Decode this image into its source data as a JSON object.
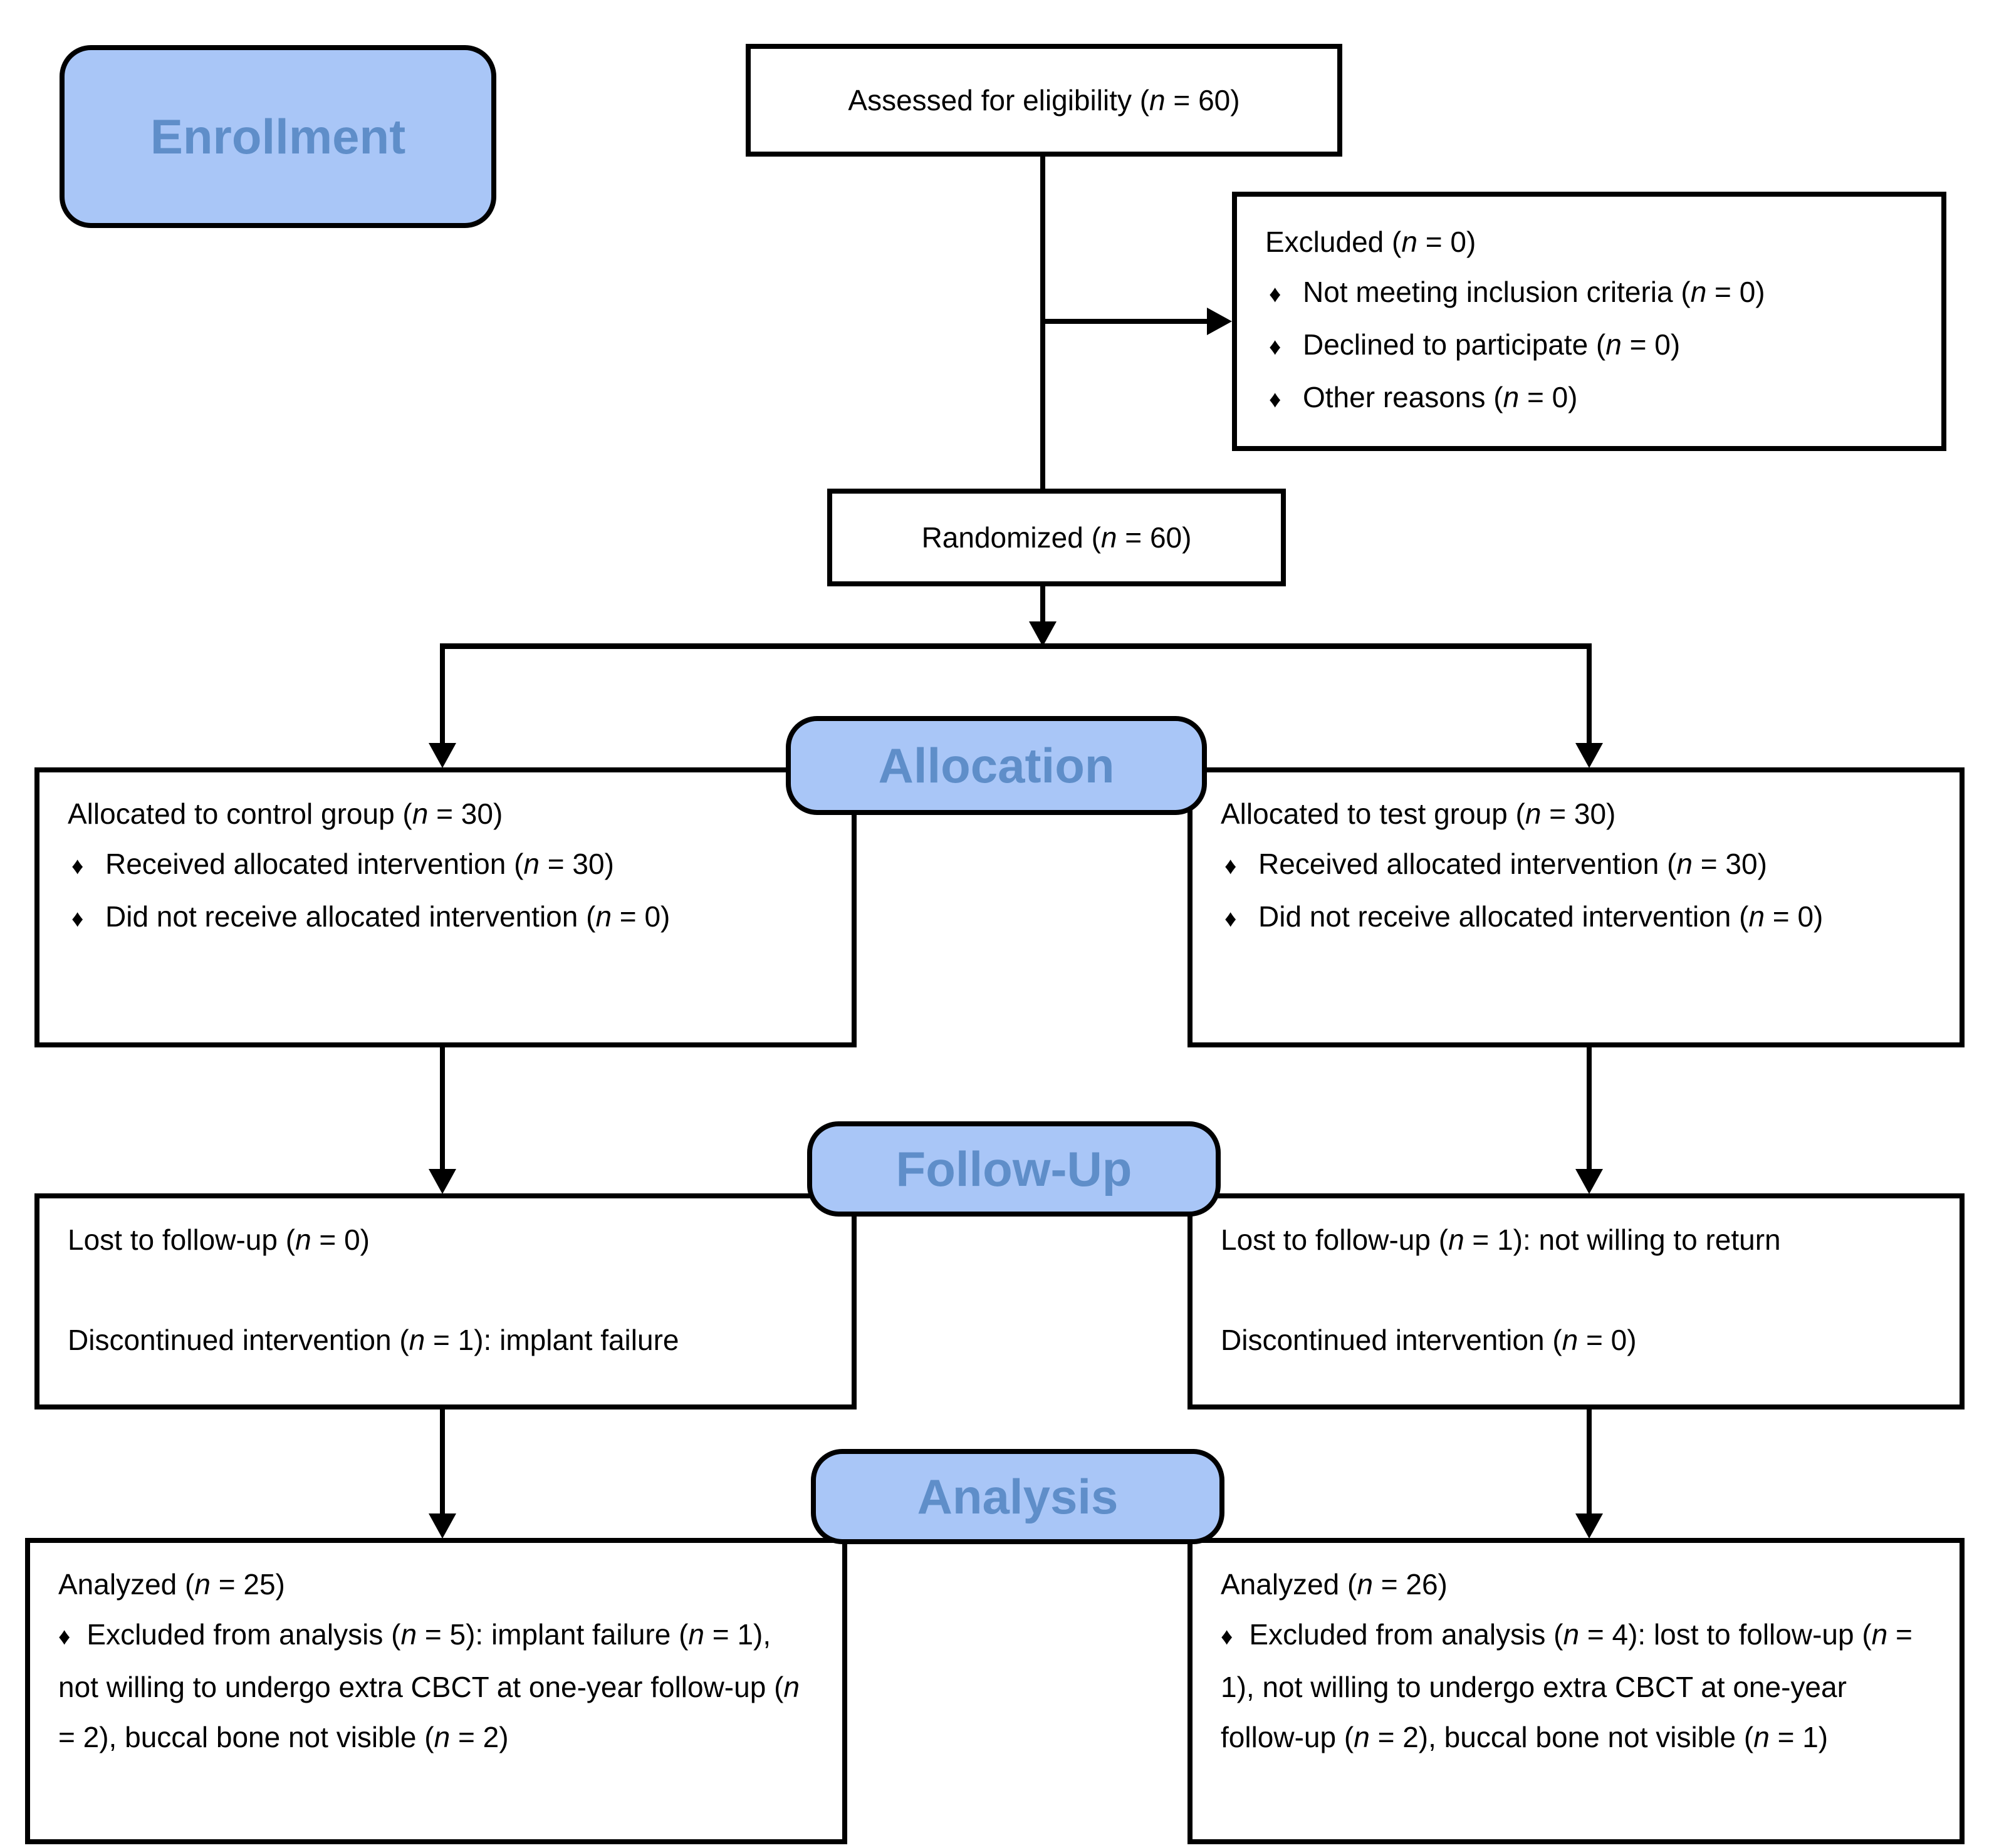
{
  "colors": {
    "pill_fill": "#a9c6f7",
    "pill_text": "#5f8ec9",
    "pill_border": "#000000",
    "box_border": "#000000",
    "line": "#000000"
  },
  "bullet_char": "♦",
  "section_labels": {
    "enrollment": "Enrollment",
    "allocation": "Allocation",
    "followup": "Follow-Up",
    "analysis": "Analysis"
  },
  "boxes": {
    "assessed": {
      "text": "Assessed for eligibility (*n* = 60)"
    },
    "excluded": {
      "title": "Excluded (*n* = 0)",
      "bullets": [
        "Not meeting inclusion criteria (*n* = 0)",
        "Declined to participate (*n* = 0)",
        "Other reasons (*n* = 0)"
      ]
    },
    "randomized": {
      "text": "Randomized (*n* = 60)"
    },
    "alloc_left": {
      "title": "Allocated to control group (*n* = 30)",
      "bullets": [
        "Received allocated intervention (*n* = 30)",
        "Did not receive allocated intervention (*n* = 0)"
      ]
    },
    "alloc_right": {
      "title": "Allocated to test group (*n* = 30)",
      "bullets": [
        "Received allocated intervention (*n* = 30)",
        "Did not receive allocated intervention (*n* = 0)"
      ]
    },
    "followup_left": {
      "line1": "Lost to follow-up (*n* = 0)",
      "line2": "Discontinued intervention (*n* = 1): implant failure"
    },
    "followup_right": {
      "line1": "Lost to follow-up (*n* = 1): not willing to return",
      "line2": "Discontinued intervention (*n* = 0)"
    },
    "analysis_left": {
      "title": "Analyzed (*n* = 25)",
      "bullet": "Excluded from analysis (*n* = 5): implant failure (*n* = 1), not willing to undergo extra CBCT at one-year follow-up (*n* = 2), buccal bone not visible (*n* = 2)"
    },
    "analysis_right": {
      "title": "Analyzed (*n* = 26)",
      "bullet": "Excluded from analysis (*n* = 4): lost to follow-up (*n* = 1), not willing to undergo extra CBCT at one-year follow-up (*n* = 2), buccal bone not visible (*n* = 1)"
    }
  }
}
